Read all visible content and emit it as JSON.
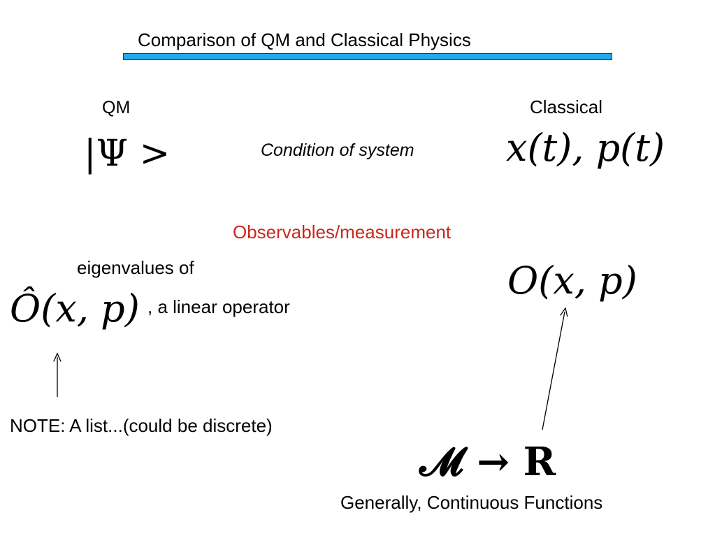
{
  "slide": {
    "title": "Comparison of QM and Classical Physics",
    "qm_heading": "QM",
    "classical_heading": "Classical",
    "qm_state": "|Ψ >",
    "condition_label": "Condition of system",
    "classical_state": "x(t), p(t)",
    "observables_label": "Observables/measurement",
    "eigenvalues_label": "eigenvalues of",
    "qm_operator": "Ô(x, p)",
    "linear_operator_label": ", a linear operator",
    "classical_observable": "O(x, p)",
    "note_label": "NOTE: A list...(could be discrete)",
    "mapping": "𝓜 → R",
    "continuous_label": "Generally,  Continuous Functions"
  },
  "colors": {
    "title_bar": "#22aaee",
    "title_bar_border": "#1b3f6b",
    "observables_text": "#c8281e"
  }
}
